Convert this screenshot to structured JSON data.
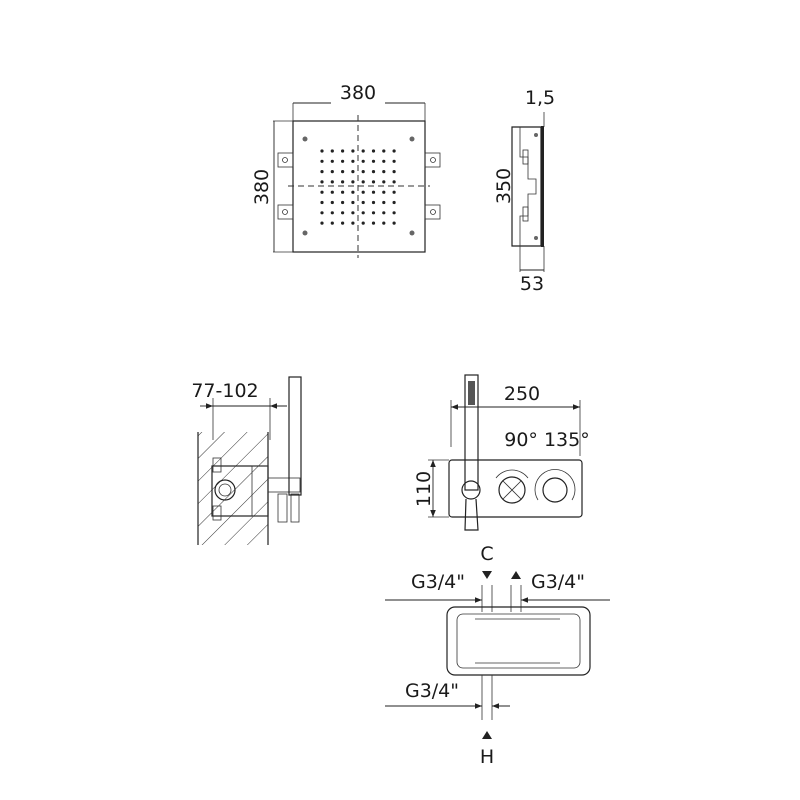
{
  "top_view": {
    "width_label": "380",
    "height_label": "380",
    "nozzle_rows": 8,
    "nozzle_cols": 8
  },
  "side_view": {
    "thickness_label": "1,5",
    "height_label": "350",
    "depth_label": "53"
  },
  "wall_section": {
    "depth_label": "77-102"
  },
  "front_view": {
    "width_label": "250",
    "angles_label": "90° 135°",
    "height_label": "110"
  },
  "plan_view": {
    "c_label": "C",
    "h_label": "H",
    "thread_left_label": "G3/4\"",
    "thread_right_label": "G3/4\"",
    "thread_bottom_label": "G3/4\""
  }
}
